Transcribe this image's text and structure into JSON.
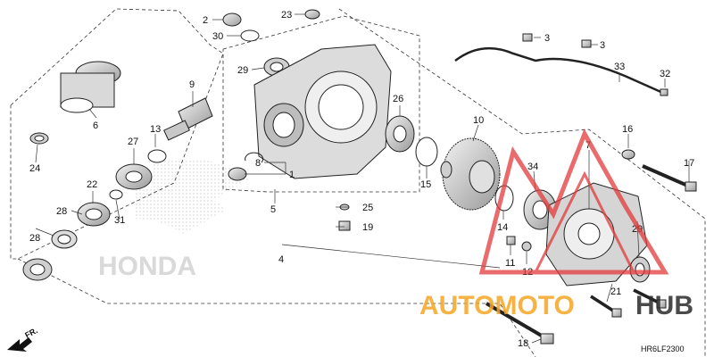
{
  "diagram": {
    "drawing_code": "HR6LF2300",
    "front_arrow_label": "FR.",
    "brand_logo_text": "HONDA",
    "colors": {
      "line": "#222222",
      "part_fill": "#d9d9d9",
      "watermark_red": "#e23a3a",
      "watermark_orange": "#f5a623",
      "watermark_dark": "#2a2a2a"
    },
    "callouts": [
      "2",
      "23",
      "30",
      "3",
      "3",
      "33",
      "32",
      "29",
      "9",
      "6",
      "26",
      "13",
      "10",
      "27",
      "16",
      "24",
      "7",
      "8",
      "1",
      "17",
      "34",
      "15",
      "22",
      "28",
      "31",
      "5",
      "25",
      "14",
      "19",
      "29",
      "11",
      "12",
      "4",
      "28",
      "21",
      "18"
    ]
  },
  "watermark": {
    "part1": "AUTOMOTO",
    "part2": "HUB"
  }
}
